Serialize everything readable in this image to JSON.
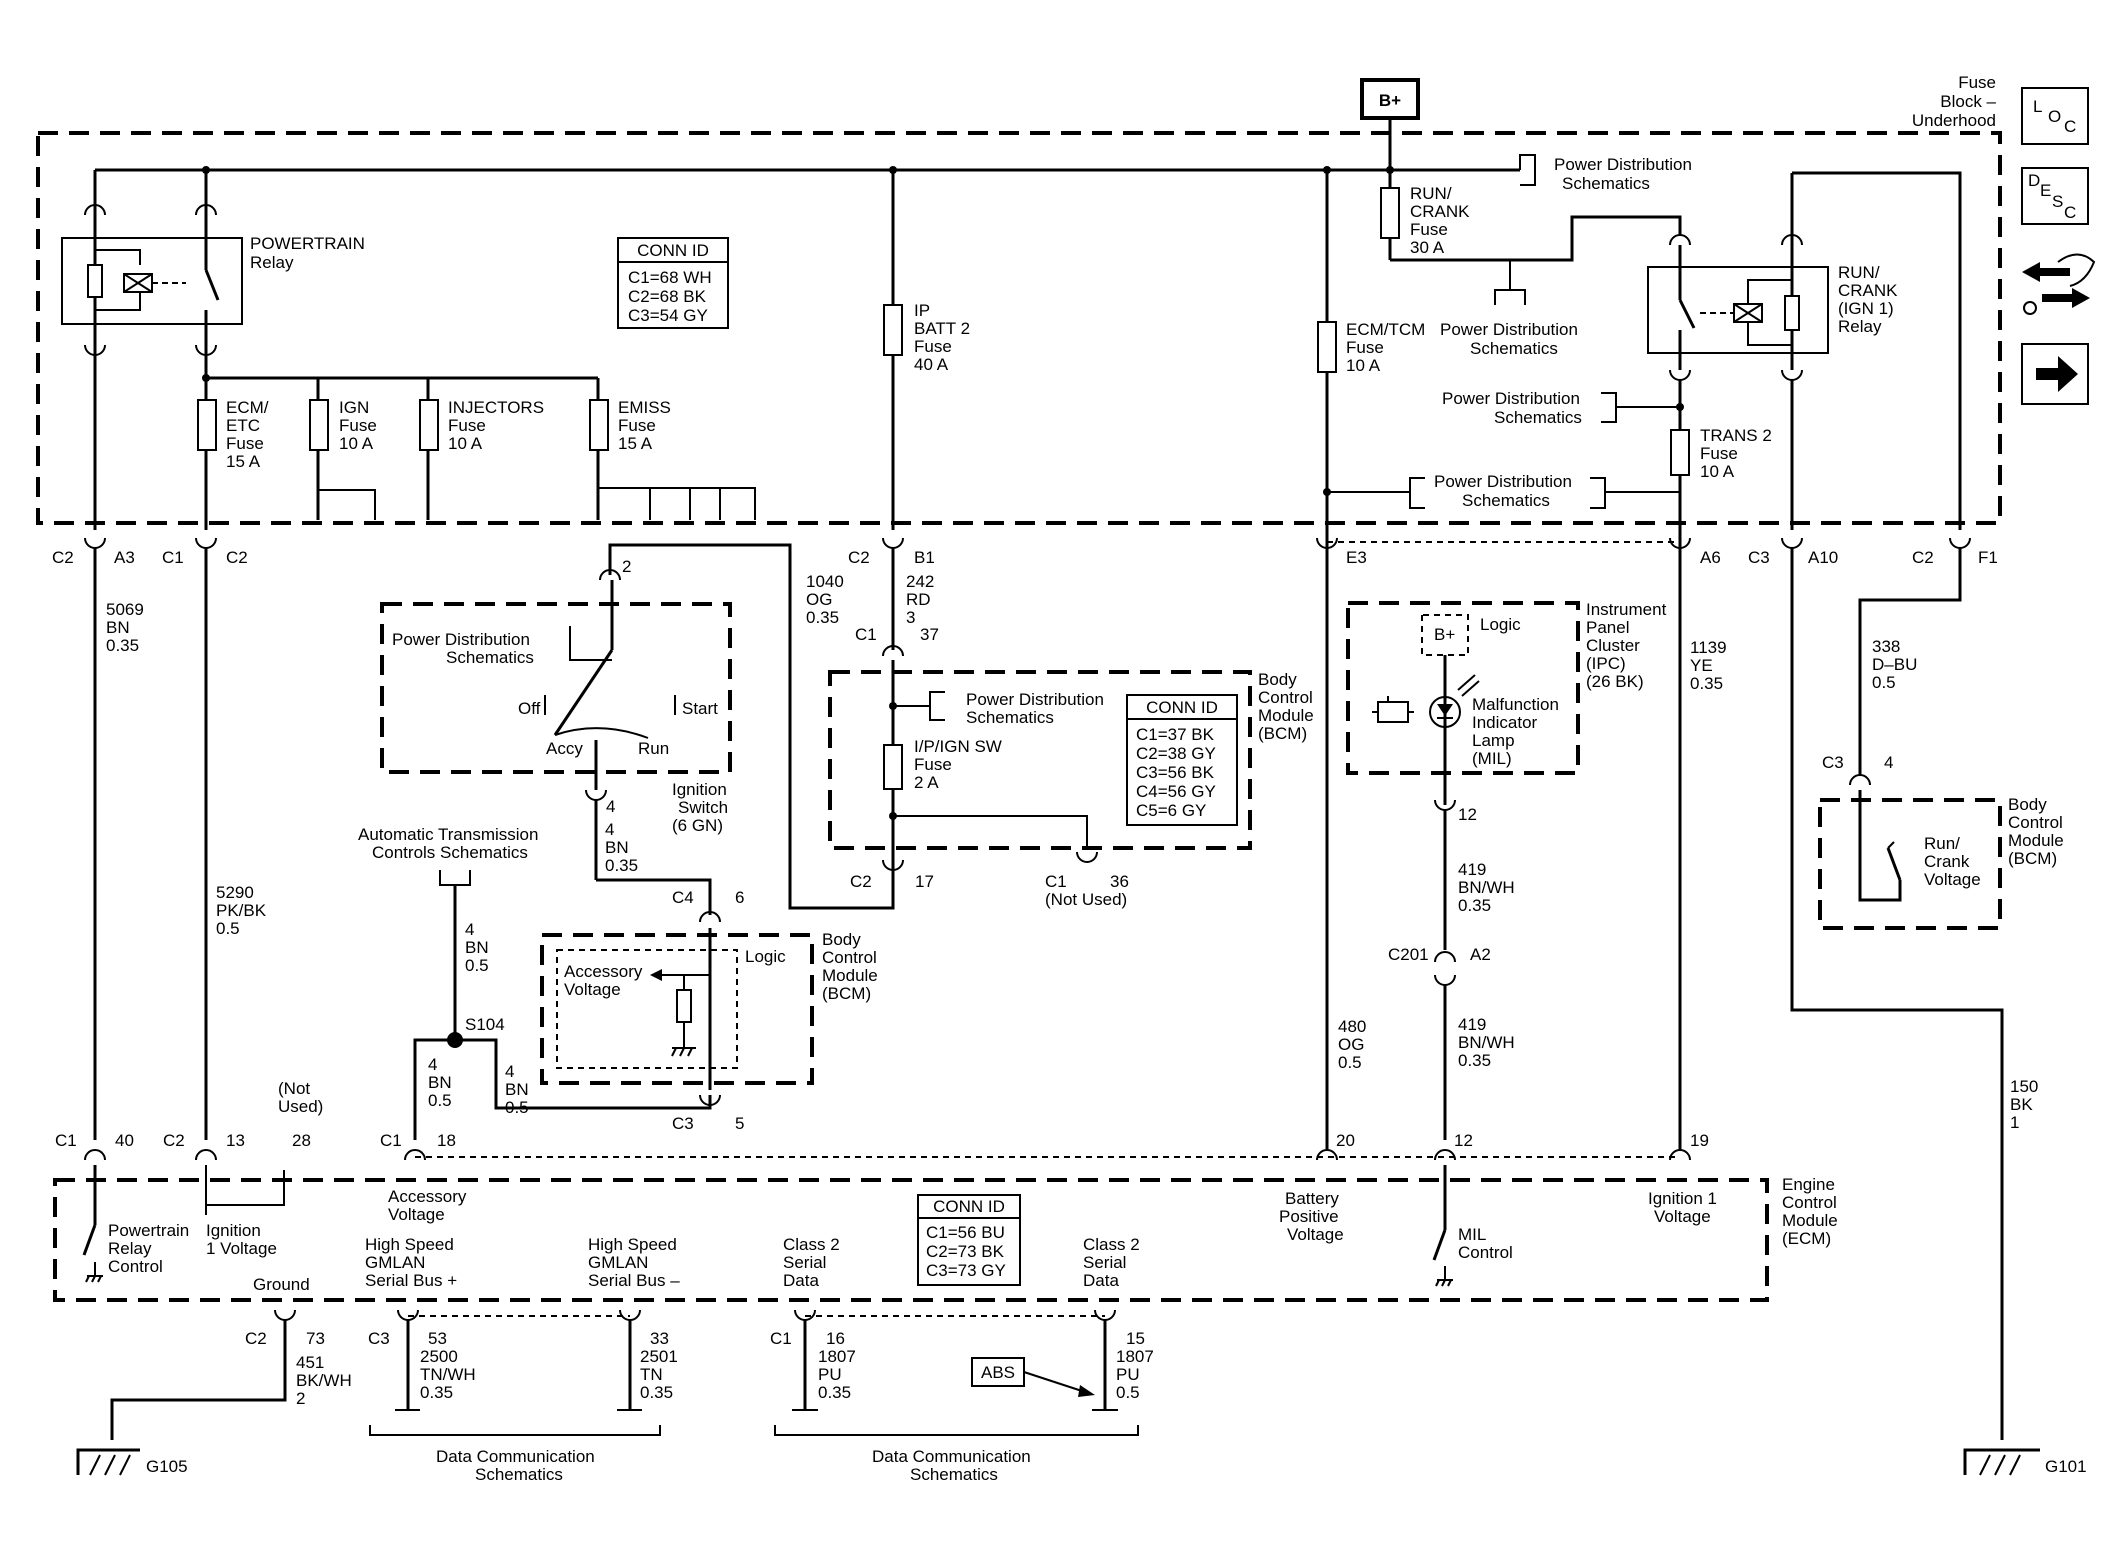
{
  "b_plus": "B+",
  "fuse_block": {
    "title_l1": "Fuse",
    "title_l2": "Block –",
    "title_l3": "Underhood"
  },
  "side_icons": {
    "loc": "LOC",
    "desc": "DESC"
  },
  "pds": "Power Distribution",
  "pds2": "Schematics",
  "powertrain_relay": {
    "l1": "POWERTRAIN",
    "l2": "Relay"
  },
  "conn_fuse": {
    "title": "CONN ID",
    "rows": [
      "C1=68 WH",
      "C2=68 BK",
      "C3=54 GY"
    ]
  },
  "conn_bcm": {
    "title": "CONN ID",
    "rows": [
      "C1=37 BK",
      "C2=38 GY",
      "C3=56 BK",
      "C4=56 GY",
      "C5=6 GY"
    ]
  },
  "conn_ecm": {
    "title": "CONN ID",
    "rows": [
      "C1=56 BU",
      "C2=73 BK",
      "C3=73 GY"
    ]
  },
  "fuses": {
    "ecm_etc": [
      "ECM/",
      "ETC",
      "Fuse",
      "15 A"
    ],
    "ign": [
      "IGN",
      "Fuse",
      "10 A"
    ],
    "injectors": [
      "INJECTORS",
      "Fuse",
      "10 A"
    ],
    "emiss": [
      "EMISS",
      "Fuse",
      "15 A"
    ],
    "ip_batt2": [
      "IP",
      "BATT 2",
      "Fuse",
      "40 A"
    ],
    "ecm_tcm": [
      "ECM/TCM",
      "Fuse",
      "10 A"
    ],
    "run_crank": [
      "RUN/",
      "CRANK",
      "Fuse",
      "30 A"
    ],
    "trans2": [
      "TRANS 2",
      "Fuse",
      "10 A"
    ],
    "ip_ign_sw": [
      "I/P/IGN SW",
      "Fuse",
      "2 A"
    ]
  },
  "run_crank_relay": [
    "RUN/",
    "CRANK",
    "(IGN 1)",
    "Relay"
  ],
  "connectors": {
    "c2": "C2",
    "c1": "C1",
    "c3": "C3",
    "c4": "C4",
    "c201": "C201",
    "a3": "A3",
    "b1": "B1",
    "e3": "E3",
    "a6": "A6",
    "a10": "A10",
    "f1": "F1",
    "a2": "A2",
    "p2": "2",
    "p4": "4",
    "p6": "6",
    "p5": "5",
    "p37": "37",
    "p17": "17",
    "p36": "36",
    "p12": "12",
    "p40": "40",
    "p13": "13",
    "p28": "28",
    "p18": "18",
    "p20": "20",
    "p19": "19",
    "p73": "73",
    "p53": "53",
    "p33": "33",
    "p16": "16",
    "p15": "15",
    "s104": "S104"
  },
  "wires": {
    "w5069": [
      "5069",
      "BN",
      "0.35"
    ],
    "w1040": [
      "1040",
      "OG",
      "0.35"
    ],
    "w242": [
      "242",
      "RD",
      "3"
    ],
    "w1139": [
      "1139",
      "YE",
      "0.35"
    ],
    "w338": [
      "338",
      "D–BU",
      "0.5"
    ],
    "w4bn_a": [
      "4",
      "BN",
      "0.35"
    ],
    "w4bn_b": [
      "4",
      "BN",
      "0.5"
    ],
    "w4bn_c": [
      "4",
      "BN",
      "0.5"
    ],
    "w4bn_d": [
      "4",
      "BN",
      "0.5"
    ],
    "w5290": [
      "5290",
      "PK/BK",
      "0.5"
    ],
    "w419a": [
      "419",
      "BN/WH",
      "0.35"
    ],
    "w419b": [
      "419",
      "BN/WH",
      "0.35"
    ],
    "w480": [
      "480",
      "OG",
      "0.5"
    ],
    "w150": [
      "150",
      "BK",
      "1"
    ],
    "w451": [
      "451",
      "BK/WH",
      "2"
    ],
    "w2500": [
      "2500",
      "TN/WH",
      "0.35"
    ],
    "w2501": [
      "2501",
      "TN",
      "0.35"
    ],
    "w1807a": [
      "1807",
      "PU",
      "0.35"
    ],
    "w1807b": [
      "1807",
      "PU",
      "0.5"
    ]
  },
  "ign_switch": {
    "off": "Off",
    "start": "Start",
    "accy": "Accy",
    "run": "Run",
    "name": [
      "Ignition",
      "Switch",
      "(6 GN)"
    ]
  },
  "not_used": "(Not Used)",
  "not_used_split": [
    "(Not",
    "Used)"
  ],
  "ats": [
    "Automatic Transmission",
    "Controls Schematics"
  ],
  "bcm": [
    "Body",
    "Control",
    "Module",
    "(BCM)"
  ],
  "logic": "Logic",
  "accessory_voltage": [
    "Accessory",
    "Voltage"
  ],
  "ipc": [
    "Instrument",
    "Panel",
    "Cluster",
    "(IPC)",
    "(26 BK)"
  ],
  "mil": [
    "Malfunction",
    "Indicator",
    "Lamp",
    "(MIL)"
  ],
  "run_crank_voltage": [
    "Run/",
    "Crank",
    "Voltage"
  ],
  "ecm": [
    "Engine",
    "Control",
    "Module",
    "(ECM)"
  ],
  "ecm_labels": {
    "ptr": [
      "Powertrain",
      "Relay",
      "Control"
    ],
    "ign1v": [
      "Ignition",
      "1 Voltage"
    ],
    "acc": [
      "Accessory",
      "Voltage"
    ],
    "ground": "Ground",
    "bpv": [
      "Battery",
      "Positive",
      "Voltage"
    ],
    "mil": [
      "MIL",
      "Control"
    ],
    "ign1": [
      "Ignition 1",
      "Voltage"
    ],
    "hs_plus": [
      "High Speed",
      "GMLAN",
      "Serial Bus +"
    ],
    "hs_minus": [
      "High Speed",
      "GMLAN",
      "Serial Bus –"
    ],
    "c2a": [
      "Class 2",
      "Serial",
      "Data"
    ],
    "c2b": [
      "Class 2",
      "Serial",
      "Data"
    ]
  },
  "abs": "ABS",
  "dcs": [
    "Data Communication",
    "Schematics"
  ],
  "grounds": {
    "g105": "G105",
    "g101": "G101"
  }
}
